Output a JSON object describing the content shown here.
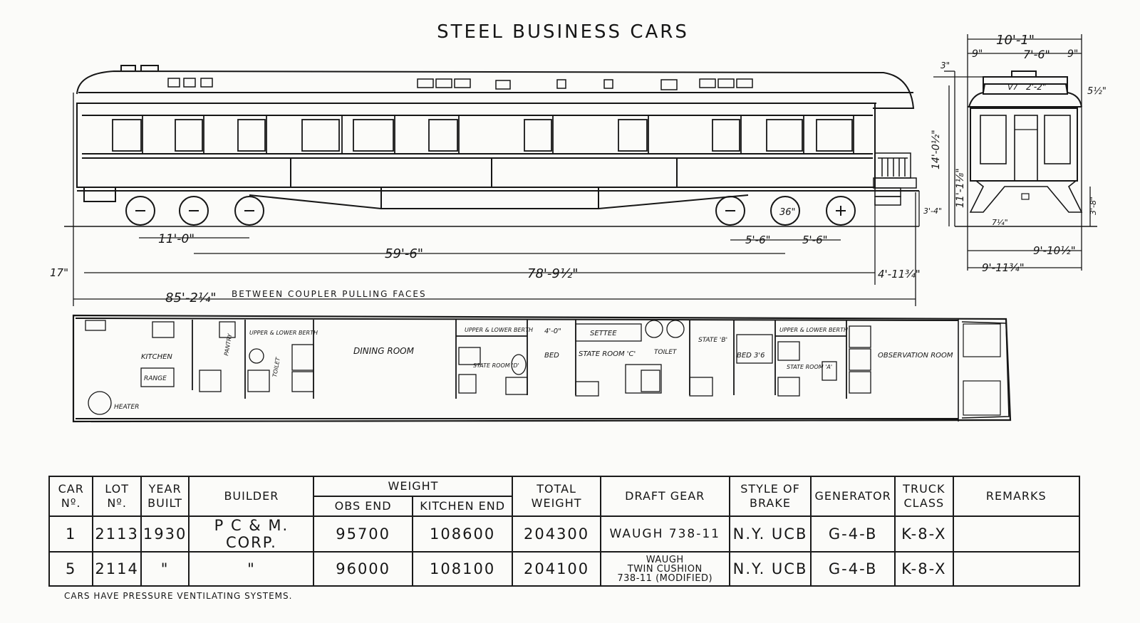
{
  "title": "STEEL BUSINESS CARS",
  "side_dimensions": {
    "truck_wheelbase": "11'-0\"",
    "truck_centers": "59'-6\"",
    "over_body": "78'-9½\"",
    "end_left": "17\"",
    "end_right": "4'-11¾\"",
    "coupler_length": "85'-2¼\"",
    "coupler_label": "BETWEEN COUPLER PULLING FACES",
    "rear_axle_1": "5'-6\"",
    "rear_axle_2": "5'-6\"",
    "wheel_dia": "36\"",
    "step_height": "3'-4\""
  },
  "end_dimensions": {
    "overall_width": "10'-1\"",
    "roof_left": "9\"",
    "roof_center": "7'-6\"",
    "roof_right": "9\"",
    "clerestory": "2'-2\"",
    "top_offset": "5½\"",
    "height_1": "14'-0½\"",
    "height_2": "11'-1⅛\"",
    "left_top": "3\"",
    "bottom_right": "3'-8\"",
    "wheel_gauge": "7¼\"",
    "width_1": "9'-10½\"",
    "width_2": "9'-11¾\"",
    "vent_label": "V7"
  },
  "plan_labels": {
    "kitchen": "KITCHEN",
    "range": "RANGE",
    "heater": "HEATER",
    "pantry": "PANTRY",
    "upper_lower_1": "UPPER & LOWER BERTH",
    "toilet_1": "TOILET",
    "dining": "DINING ROOM",
    "upper_lower_2": "UPPER & LOWER BERTH",
    "room_d": "STATE ROOM 'D'",
    "bed_1": "BED",
    "dim_60": "4'-0\"",
    "settee": "SETTEE",
    "room_c": "STATE ROOM 'C'",
    "toilet_2": "TOILET",
    "room_b": "STATE 'B'",
    "bed_36": "BED 3'6",
    "upper_lower_3": "UPPER & LOWER BERTH",
    "room_a": "STATE ROOM 'A'",
    "observation": "OBSERVATION ROOM"
  },
  "table": {
    "headers": {
      "car_no": [
        "CAR",
        "Nº."
      ],
      "lot_no": [
        "LOT",
        "Nº."
      ],
      "year_built": [
        "YEAR",
        "BUILT"
      ],
      "builder": "BUILDER",
      "weight": "WEIGHT",
      "obs_end": "OBS END",
      "kitchen_end": "KITCHEN END",
      "total_weight": [
        "TOTAL",
        "WEIGHT"
      ],
      "draft_gear": "DRAFT GEAR",
      "brake": [
        "STYLE OF",
        "BRAKE"
      ],
      "generator": "GENERATOR",
      "truck_class": [
        "TRUCK",
        "CLASS"
      ],
      "remarks": "REMARKS"
    },
    "rows": [
      {
        "car": "1",
        "lot": "2113",
        "year": "1930",
        "builder": "P C & M. CORP.",
        "obs": "95700",
        "kitchen": "108600",
        "total": "204300",
        "draft": "WAUGH 738-11",
        "draft_2": "",
        "draft_3": "",
        "brake": "N.Y. UCB",
        "generator": "G-4-B",
        "truck": "K-8-X",
        "remarks": ""
      },
      {
        "car": "5",
        "lot": "2114",
        "year": "\"",
        "builder": "\"",
        "obs": "96000",
        "kitchen": "108100",
        "total": "204100",
        "draft": "WAUGH",
        "draft_2": "TWIN CUSHION",
        "draft_3": "738-11 (MODIFIED)",
        "brake": "N.Y. UCB",
        "generator": "G-4-B",
        "truck": "K-8-X",
        "remarks": ""
      }
    ]
  },
  "footnote": "CARS HAVE PRESSURE VENTILATING SYSTEMS."
}
